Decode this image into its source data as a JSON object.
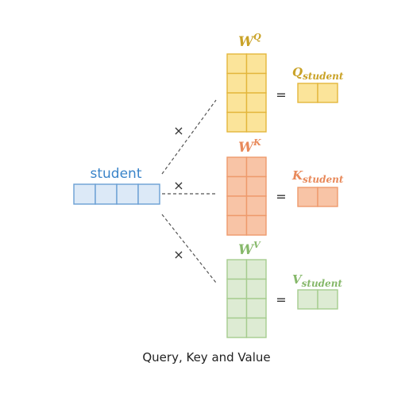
{
  "input": {
    "word": "student",
    "cells": 4,
    "fill": "#dce9f7",
    "stroke": "#6a9fd4",
    "label_color": "#3a84c9"
  },
  "operators": {
    "multiply": "×",
    "equals": "="
  },
  "matrices": [
    {
      "id": "query",
      "base": "W",
      "superscript": "Q",
      "rows": 4,
      "cols": 2,
      "result_base": "Q",
      "result_subscript": "student",
      "result_cells": 2,
      "fill": "#fbe49a",
      "stroke": "#e3b63c",
      "label_color": "#c9a227"
    },
    {
      "id": "key",
      "base": "W",
      "superscript": "K",
      "rows": 4,
      "cols": 2,
      "result_base": "K",
      "result_subscript": "student",
      "result_cells": 2,
      "fill": "#f8c4a6",
      "stroke": "#ee9a6c",
      "label_color": "#e8895a"
    },
    {
      "id": "value",
      "base": "W",
      "superscript": "V",
      "rows": 4,
      "cols": 2,
      "result_base": "V",
      "result_subscript": "student",
      "result_cells": 2,
      "fill": "#ddebd3",
      "stroke": "#a6cc8f",
      "label_color": "#86b86a"
    }
  ],
  "caption": "Query, Key and Value"
}
